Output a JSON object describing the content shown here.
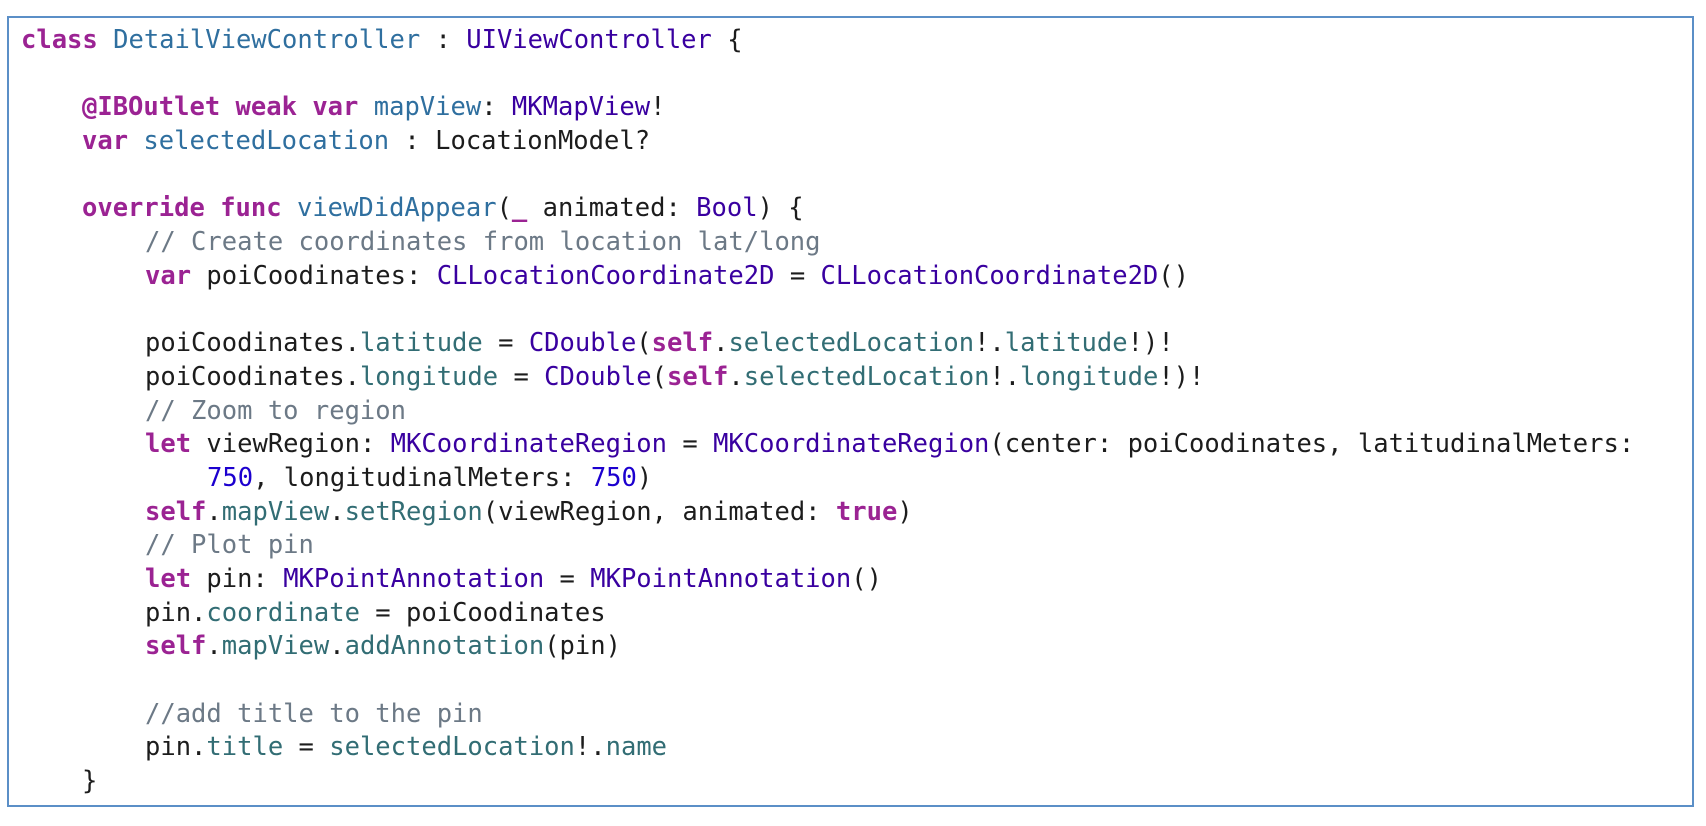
{
  "colors": {
    "frame_border": "#5b8fc7",
    "keyword": "#9b2393",
    "type": "#3900a0",
    "declaration": "#2f6f9f",
    "property": "#326d74",
    "comment": "#6c7986",
    "number": "#1c00cf",
    "plain": "#1c1c1c"
  },
  "code_lines": [
    {
      "indent": 0,
      "tokens": [
        {
          "t": "class",
          "c": "kw"
        },
        {
          "t": " ",
          "c": "plain"
        },
        {
          "t": "DetailViewController",
          "c": "dec"
        },
        {
          "t": " : ",
          "c": "plain"
        },
        {
          "t": "UIViewController",
          "c": "typ"
        },
        {
          "t": " {",
          "c": "plain"
        }
      ]
    },
    {
      "indent": 0,
      "tokens": []
    },
    {
      "indent": 1,
      "tokens": [
        {
          "t": "@IBOutlet",
          "c": "kw"
        },
        {
          "t": " ",
          "c": "plain"
        },
        {
          "t": "weak",
          "c": "kw"
        },
        {
          "t": " ",
          "c": "plain"
        },
        {
          "t": "var",
          "c": "kw"
        },
        {
          "t": " ",
          "c": "plain"
        },
        {
          "t": "mapView",
          "c": "dec"
        },
        {
          "t": ": ",
          "c": "plain"
        },
        {
          "t": "MKMapView",
          "c": "typ"
        },
        {
          "t": "!",
          "c": "plain"
        }
      ]
    },
    {
      "indent": 1,
      "tokens": [
        {
          "t": "var",
          "c": "kw"
        },
        {
          "t": " ",
          "c": "plain"
        },
        {
          "t": "selectedLocation",
          "c": "dec"
        },
        {
          "t": " : LocationModel?",
          "c": "plain"
        }
      ]
    },
    {
      "indent": 0,
      "tokens": []
    },
    {
      "indent": 1,
      "tokens": [
        {
          "t": "override",
          "c": "kw"
        },
        {
          "t": " ",
          "c": "plain"
        },
        {
          "t": "func",
          "c": "kw"
        },
        {
          "t": " ",
          "c": "plain"
        },
        {
          "t": "viewDidAppear",
          "c": "dec"
        },
        {
          "t": "(",
          "c": "plain"
        },
        {
          "t": "_",
          "c": "kw"
        },
        {
          "t": " animated: ",
          "c": "plain"
        },
        {
          "t": "Bool",
          "c": "typ"
        },
        {
          "t": ") {",
          "c": "plain"
        }
      ]
    },
    {
      "indent": 2,
      "tokens": [
        {
          "t": "// Create coordinates from location lat/long",
          "c": "cmt"
        }
      ]
    },
    {
      "indent": 2,
      "tokens": [
        {
          "t": "var",
          "c": "kw"
        },
        {
          "t": " poiCoodinates: ",
          "c": "plain"
        },
        {
          "t": "CLLocationCoordinate2D",
          "c": "typ"
        },
        {
          "t": " = ",
          "c": "plain"
        },
        {
          "t": "CLLocationCoordinate2D",
          "c": "typ"
        },
        {
          "t": "()",
          "c": "plain"
        }
      ]
    },
    {
      "indent": 0,
      "tokens": []
    },
    {
      "indent": 2,
      "tokens": [
        {
          "t": "poiCoodinates.",
          "c": "plain"
        },
        {
          "t": "latitude",
          "c": "prop"
        },
        {
          "t": " = ",
          "c": "plain"
        },
        {
          "t": "CDouble",
          "c": "typ"
        },
        {
          "t": "(",
          "c": "plain"
        },
        {
          "t": "self",
          "c": "kw"
        },
        {
          "t": ".",
          "c": "plain"
        },
        {
          "t": "selectedLocation",
          "c": "prop"
        },
        {
          "t": "!.",
          "c": "plain"
        },
        {
          "t": "latitude",
          "c": "prop"
        },
        {
          "t": "!)!",
          "c": "plain"
        }
      ]
    },
    {
      "indent": 2,
      "tokens": [
        {
          "t": "poiCoodinates.",
          "c": "plain"
        },
        {
          "t": "longitude",
          "c": "prop"
        },
        {
          "t": " = ",
          "c": "plain"
        },
        {
          "t": "CDouble",
          "c": "typ"
        },
        {
          "t": "(",
          "c": "plain"
        },
        {
          "t": "self",
          "c": "kw"
        },
        {
          "t": ".",
          "c": "plain"
        },
        {
          "t": "selectedLocation",
          "c": "prop"
        },
        {
          "t": "!.",
          "c": "plain"
        },
        {
          "t": "longitude",
          "c": "prop"
        },
        {
          "t": "!)!",
          "c": "plain"
        }
      ]
    },
    {
      "indent": 2,
      "tokens": [
        {
          "t": "// Zoom to region",
          "c": "cmt"
        }
      ]
    },
    {
      "indent": 2,
      "tokens": [
        {
          "t": "let",
          "c": "kw"
        },
        {
          "t": " viewRegion: ",
          "c": "plain"
        },
        {
          "t": "MKCoordinateRegion",
          "c": "typ"
        },
        {
          "t": " = ",
          "c": "plain"
        },
        {
          "t": "MKCoordinateRegion",
          "c": "typ"
        },
        {
          "t": "(center: poiCoodinates, latitudinalMeters:",
          "c": "plain"
        }
      ]
    },
    {
      "indent": 3,
      "tokens": [
        {
          "t": "750",
          "c": "num"
        },
        {
          "t": ", longitudinalMeters: ",
          "c": "plain"
        },
        {
          "t": "750",
          "c": "num"
        },
        {
          "t": ")",
          "c": "plain"
        }
      ]
    },
    {
      "indent": 2,
      "tokens": [
        {
          "t": "self",
          "c": "kw"
        },
        {
          "t": ".",
          "c": "plain"
        },
        {
          "t": "mapView",
          "c": "prop"
        },
        {
          "t": ".",
          "c": "plain"
        },
        {
          "t": "setRegion",
          "c": "prop"
        },
        {
          "t": "(viewRegion, animated: ",
          "c": "plain"
        },
        {
          "t": "true",
          "c": "kw"
        },
        {
          "t": ")",
          "c": "plain"
        }
      ]
    },
    {
      "indent": 2,
      "tokens": [
        {
          "t": "// Plot pin",
          "c": "cmt"
        }
      ]
    },
    {
      "indent": 2,
      "tokens": [
        {
          "t": "let",
          "c": "kw"
        },
        {
          "t": " pin: ",
          "c": "plain"
        },
        {
          "t": "MKPointAnnotation",
          "c": "typ"
        },
        {
          "t": " = ",
          "c": "plain"
        },
        {
          "t": "MKPointAnnotation",
          "c": "typ"
        },
        {
          "t": "()",
          "c": "plain"
        }
      ]
    },
    {
      "indent": 2,
      "tokens": [
        {
          "t": "pin.",
          "c": "plain"
        },
        {
          "t": "coordinate",
          "c": "prop"
        },
        {
          "t": " = poiCoodinates",
          "c": "plain"
        }
      ]
    },
    {
      "indent": 2,
      "tokens": [
        {
          "t": "self",
          "c": "kw"
        },
        {
          "t": ".",
          "c": "plain"
        },
        {
          "t": "mapView",
          "c": "prop"
        },
        {
          "t": ".",
          "c": "plain"
        },
        {
          "t": "addAnnotation",
          "c": "prop"
        },
        {
          "t": "(pin)",
          "c": "plain"
        }
      ]
    },
    {
      "indent": 0,
      "tokens": []
    },
    {
      "indent": 2,
      "tokens": [
        {
          "t": "//add title to the pin",
          "c": "cmt"
        }
      ]
    },
    {
      "indent": 2,
      "tokens": [
        {
          "t": "pin.",
          "c": "plain"
        },
        {
          "t": "title",
          "c": "prop"
        },
        {
          "t": " = ",
          "c": "plain"
        },
        {
          "t": "selectedLocation",
          "c": "prop"
        },
        {
          "t": "!.",
          "c": "plain"
        },
        {
          "t": "name",
          "c": "prop"
        }
      ]
    },
    {
      "indent": 1,
      "tokens": [
        {
          "t": "}",
          "c": "plain"
        }
      ]
    }
  ]
}
